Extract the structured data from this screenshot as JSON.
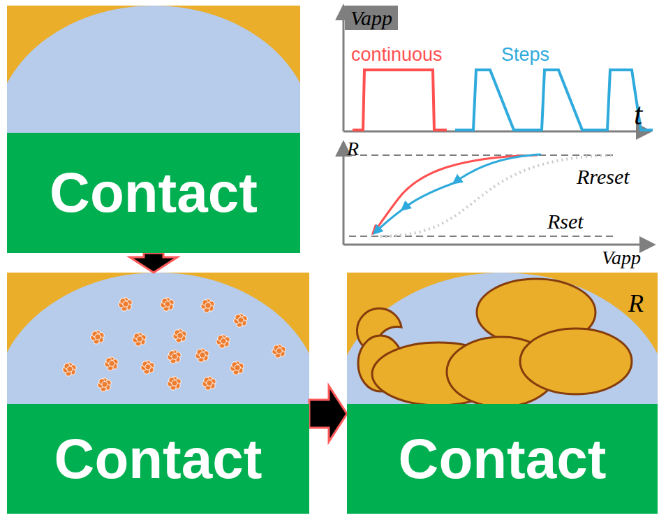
{
  "diagram": {
    "nodes": [
      {
        "text": [
          "Contact"
        ]
      },
      {
        "text": [
          "Contact"
        ]
      },
      {
        "text": [
          "Contact"
        ]
      }
    ],
    "edges": [
      {
        "from": 0,
        "to": 1,
        "arrow": "to"
      },
      {
        "from": 1,
        "to": 2,
        "arrow": "to"
      }
    ],
    "labels": [
      "Vapp",
      "continuous",
      "Steps",
      "t",
      "R",
      "Rreset",
      "Rset",
      "Vapp",
      "R"
    ]
  }
}
